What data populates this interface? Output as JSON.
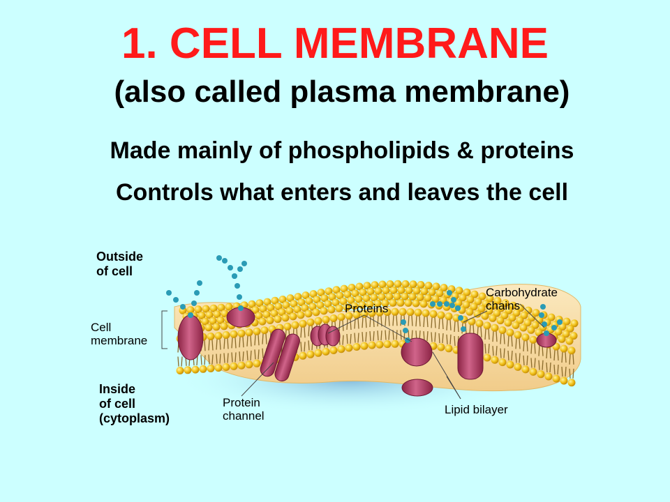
{
  "slide": {
    "title": "1. CELL MEMBRANE",
    "subtitle": "(also called plasma membrane)",
    "bullets": [
      "Made mainly of phospholipids & proteins",
      "Controls what enters and leaves the cell"
    ]
  },
  "diagram": {
    "labels": {
      "outside_line1": "Outside",
      "outside_line2": "of cell",
      "cell_membrane_line1": "Cell",
      "cell_membrane_line2": "membrane",
      "inside_line1": "Inside",
      "inside_line2": "of cell",
      "inside_line3": "(cytoplasm)",
      "proteins": "Proteins",
      "carbohydrate_line1": "Carbohydrate",
      "carbohydrate_line2": "chains",
      "protein_channel_line1": "Protein",
      "protein_channel_line2": "channel",
      "lipid_bilayer": "Lipid bilayer"
    },
    "colors": {
      "background": "#ccffff",
      "title": "#ff1a1a",
      "lipid_head": "#f2c21a",
      "membrane_body": "#f6dca0",
      "protein": "#b23a5e",
      "carbohydrate": "#2a9bb5"
    }
  }
}
